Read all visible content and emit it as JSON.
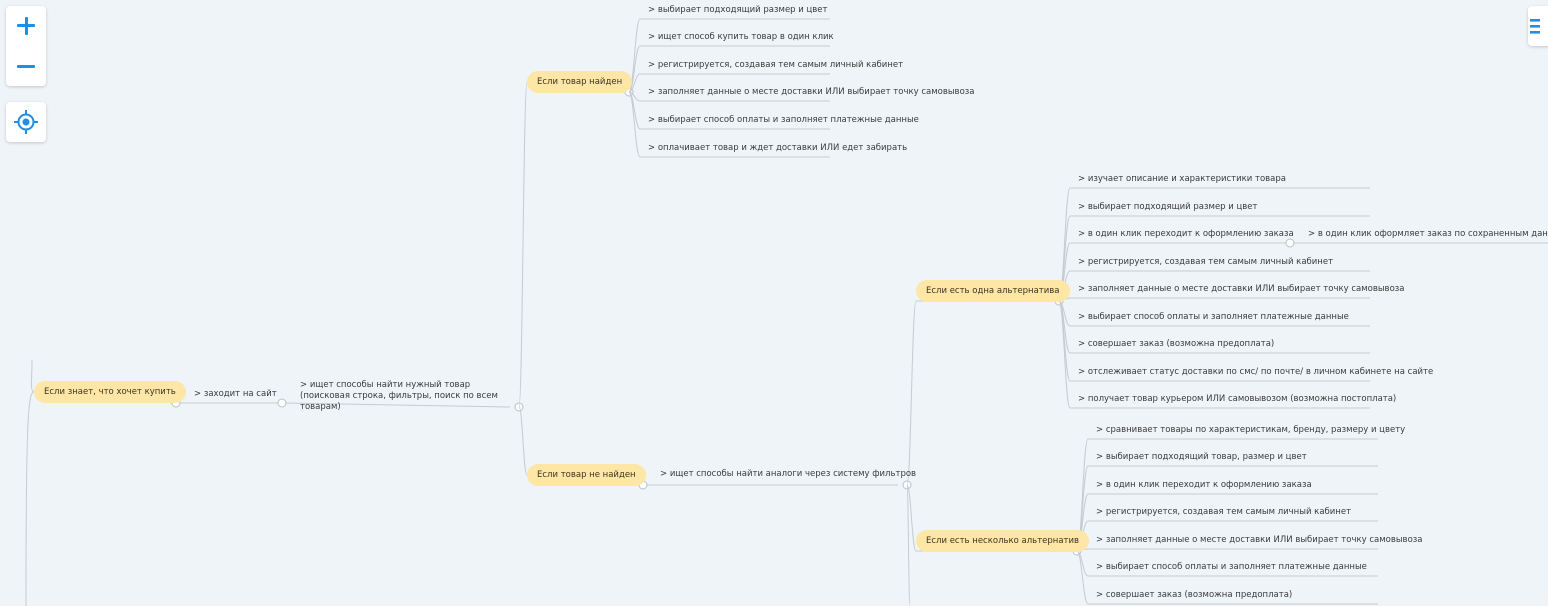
{
  "toolbar": {
    "zoom_in_icon": "plus-icon",
    "zoom_out_icon": "minus-icon",
    "locate_icon": "crosshair-icon",
    "menu_icon": "menu-icon"
  },
  "colors": {
    "background": "#eff4f8",
    "pill": "#fde6a6",
    "line": "#c4cbd1",
    "accent": "#1e8fe6"
  },
  "mindmap": {
    "root": {
      "text": "Если знает, что хочет купить"
    },
    "visit": {
      "text": "> заходит на сайт"
    },
    "search": {
      "text": "> ищет способы найти нужный товар (поисковая строка, фильтры, поиск по всем товарам)"
    },
    "found": {
      "text": "Если товар найден",
      "items": [
        "> выбирает подходящий размер и цвет",
        "> ищет способ купить товар в один клик",
        "> регистрируется, создавая тем самым личный кабинет",
        "> заполняет данные о месте доставки ИЛИ выбирает точку самовывоза",
        "> выбирает способ оплаты и заполняет платежные данные",
        "> оплачивает товар и ждет доставки ИЛИ едет забирать"
      ]
    },
    "not_found": {
      "text": "Если товар не найден"
    },
    "analogs": {
      "text": "> ищет способы найти аналоги через систему фильтров"
    },
    "one_alt": {
      "text": "Если есть одна альтернатива",
      "items": [
        "> изучает описание и характеристики товара",
        "> выбирает подходящий размер и цвет",
        "> в один клик переходит к оформлению заказа",
        "> регистрируется, создавая тем самым личный кабинет",
        "> заполняет данные о месте доставки ИЛИ выбирает точку самовывоза",
        "> выбирает способ оплаты и заполняет платежные данные",
        "> совершает заказ (возможна предоплата)",
        "> отслеживает статус доставки по смс/ по почте/ в личном кабинете на сайте",
        "> получает товар курьером ИЛИ самовывозом (возможна постоплата)"
      ],
      "one_click": "> в один клик оформляет заказ по сохраненным данным ("
    },
    "many_alt": {
      "text": "Если есть несколько альтернатив",
      "items": [
        "> сравнивает товары по характеристикам, бренду, размеру и цвету",
        "> выбирает подходящий товар, размер и цвет",
        "> в один клик переходит к оформлению заказа",
        "> регистрируется, создавая тем самым личный кабинет",
        "> заполняет данные о месте доставки ИЛИ выбирает точку самовывоза",
        "> выбирает способ оплаты и заполняет платежные данные",
        "> совершает заказ (возможна предоплата)"
      ]
    }
  }
}
